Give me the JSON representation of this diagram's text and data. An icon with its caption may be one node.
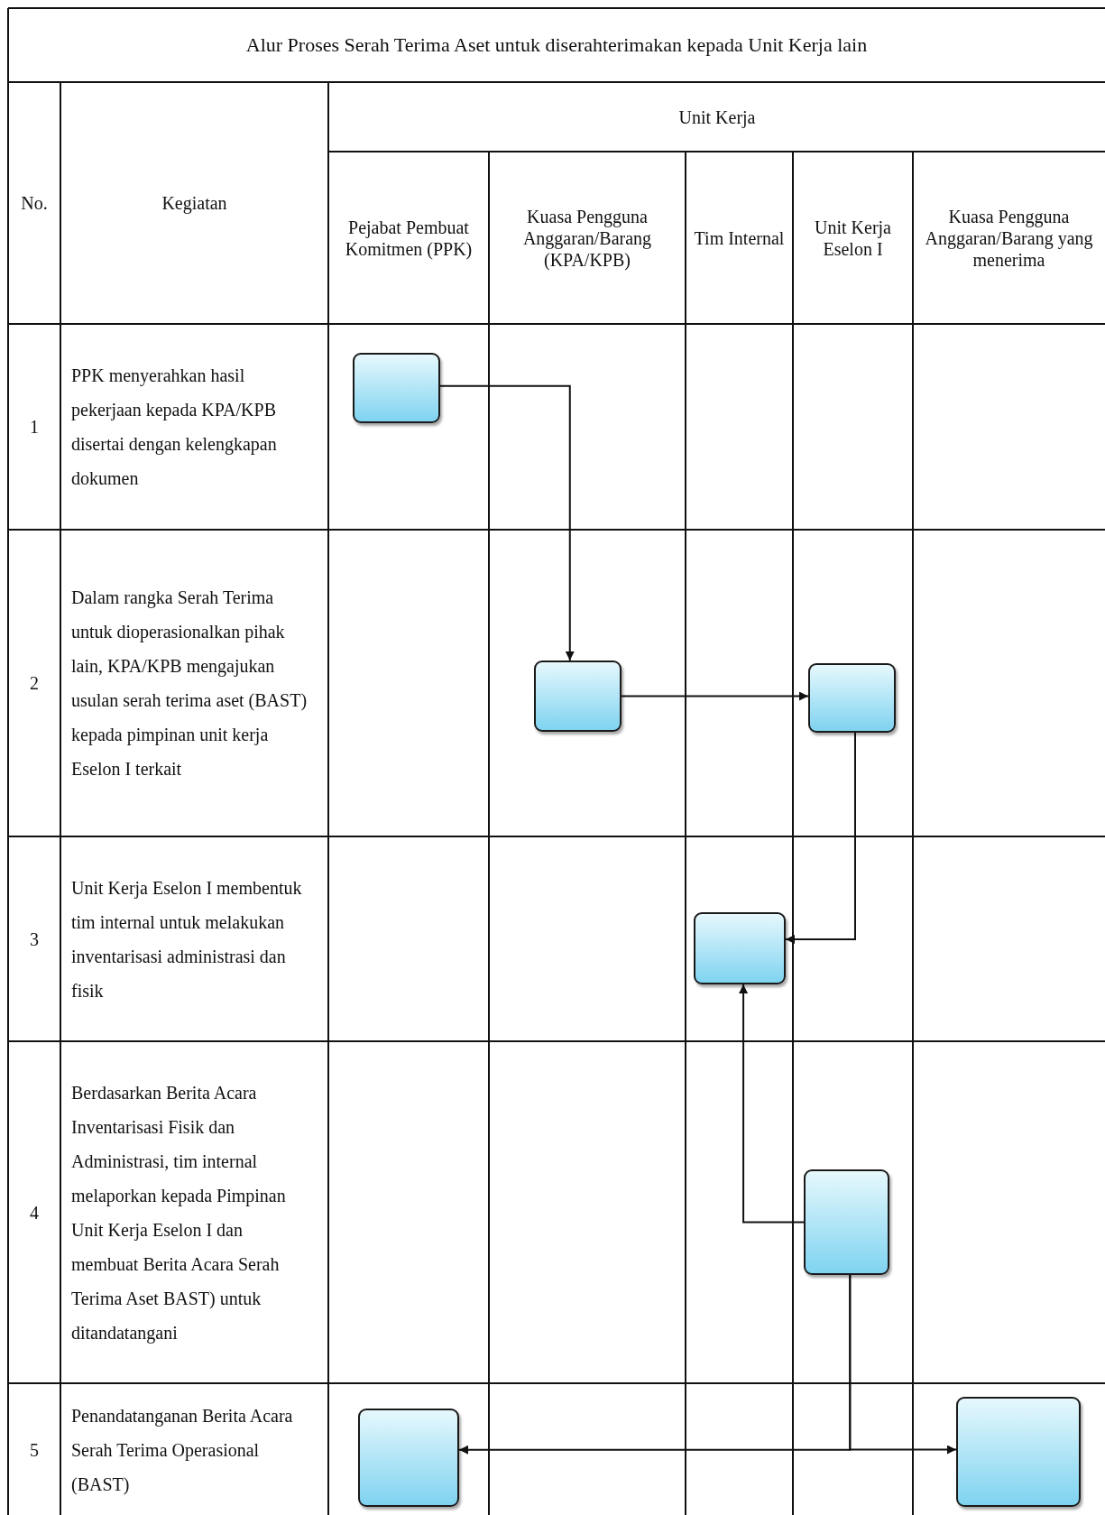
{
  "diagram": {
    "title": "Alur Proses Serah Terima Aset untuk diserahterimakan kepada Unit Kerja lain",
    "nodes": [
      {
        "text": [],
        "shape": "box"
      },
      {
        "text": [],
        "shape": "box"
      },
      {
        "text": [],
        "shape": "box"
      },
      {
        "text": [],
        "shape": "box"
      },
      {
        "text": [],
        "shape": "box"
      },
      {
        "text": [],
        "shape": "box"
      },
      {
        "text": [],
        "shape": "box"
      }
    ],
    "edges": [
      {
        "from": 0,
        "to": 1,
        "arrow": "to"
      },
      {
        "from": 1,
        "to": 2,
        "arrow": "to"
      },
      {
        "from": 2,
        "to": 3,
        "arrow": "to"
      },
      {
        "from": 4,
        "to": 3,
        "arrow": "to"
      },
      {
        "from": 4,
        "to": 5,
        "arrow": "to"
      },
      {
        "from": 4,
        "to": 6,
        "arrow": "to"
      }
    ],
    "labels": [
      "No.",
      "Kegiatan",
      "Unit Kerja",
      "Pejabat Pembuat Komitmen (PPK)",
      "Kuasa Pengguna Anggaran/Barang (KPA/KPB)",
      "Tim Internal",
      "Unit Kerja Eselon I",
      "Kuasa Pengguna Anggaran/Barang yang menerima",
      "1",
      "PPK menyerahkan hasil pekerjaan kepada KPA/KPB disertai dengan kelengkapan dokumen",
      "2",
      "Dalam rangka Serah Terima untuk dioperasionalkan pihak lain, KPA/KPB mengajukan usulan serah terima aset (BAST) kepada pimpinan unit kerja Eselon I terkait",
      "3",
      "Unit Kerja Eselon I membentuk tim internal untuk melakukan inventarisasi administrasi dan fisik",
      "4",
      "Berdasarkan Berita Acara Inventarisasi Fisik dan Administrasi, tim internal melaporkan kepada Pimpinan Unit Kerja Eselon I dan membuat Berita Acara Serah Terima Aset BAST) untuk ditandatangani",
      "5",
      "Penandatanganan Berita Acara Serah Terima Operasional (BAST)"
    ]
  }
}
